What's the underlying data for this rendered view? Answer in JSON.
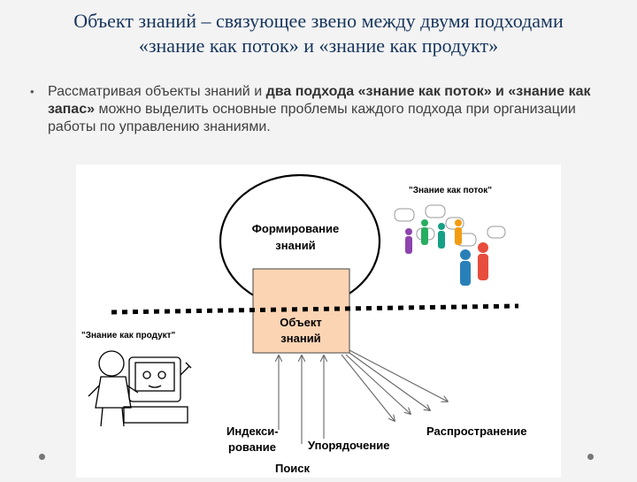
{
  "slide": {
    "title_line1": "Объект знаний – связующее звено между двумя подходами",
    "title_line2": "«знание как поток» и «знание как продукт»",
    "bullet": {
      "text_before": "Рассматривая объекты знаний и ",
      "bold": "два подхода «знание как поток» и «знание как запас»",
      "text_after": " можно выделить основные проблемы каждого подхода при организации работы по управлению знаниями."
    }
  },
  "diagram": {
    "circle_label_line1": "Формирование",
    "circle_label_line2": "знаний",
    "box_label_line1": "Объект",
    "box_label_line2": "знаний",
    "flow_caption": "\"Знание как поток\"",
    "product_caption": "\"Знание как продукт\"",
    "process_labels": {
      "indexing_line1": "Индекси-",
      "indexing_line2": "рование",
      "search": "Поиск",
      "ordering": "Упорядочение",
      "distribution": "Распространение"
    },
    "colors": {
      "box_fill": "#fbd4b4",
      "title": "#17365d",
      "people": [
        "#e74c3c",
        "#27ae60",
        "#8e44ad",
        "#2980b9",
        "#f39c12",
        "#16a085"
      ]
    }
  }
}
